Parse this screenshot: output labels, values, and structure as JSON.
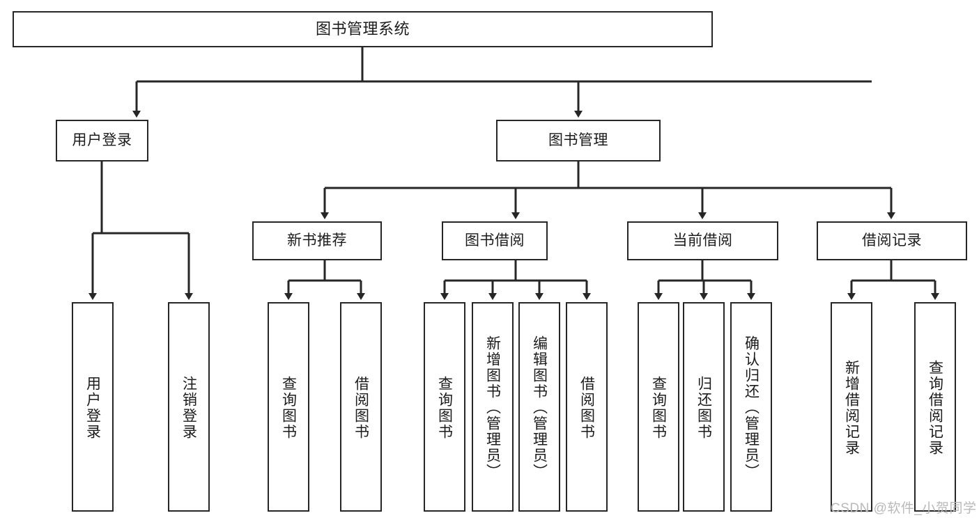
{
  "diagram": {
    "title": "图书管理系统",
    "style": {
      "line_color": "#262626",
      "box_border": "#262626",
      "box_fill": "#ffffff",
      "text_color": "#1b1b1b",
      "background": "#ffffff",
      "watermark_color": "#b9b9b9"
    },
    "root": {
      "label": "图书管理系统"
    },
    "level2": [
      {
        "label": "用户登录"
      },
      {
        "label": "图书管理"
      }
    ],
    "level3": [
      {
        "label": "新书推荐"
      },
      {
        "label": "图书借阅"
      },
      {
        "label": "当前借阅"
      },
      {
        "label": "借阅记录"
      }
    ],
    "leaves": {
      "user_login": [
        {
          "label": "用户登录"
        },
        {
          "label": "注销登录"
        }
      ],
      "new_book_recommend": [
        {
          "label": "查询图书"
        },
        {
          "label": "借阅图书"
        }
      ],
      "book_borrow": [
        {
          "label": "查询图书"
        },
        {
          "label": "新增图书（管理员）"
        },
        {
          "label": "编辑图书（管理员）"
        },
        {
          "label": "借阅图书"
        }
      ],
      "current_borrow": [
        {
          "label": "查询图书"
        },
        {
          "label": "归还图书"
        },
        {
          "label": "确认归还（管理员）"
        }
      ],
      "borrow_record": [
        {
          "label": "新增借阅记录"
        },
        {
          "label": "查询借阅记录"
        }
      ]
    }
  },
  "watermark": {
    "text": "CSDN @软件_小贺同学"
  }
}
